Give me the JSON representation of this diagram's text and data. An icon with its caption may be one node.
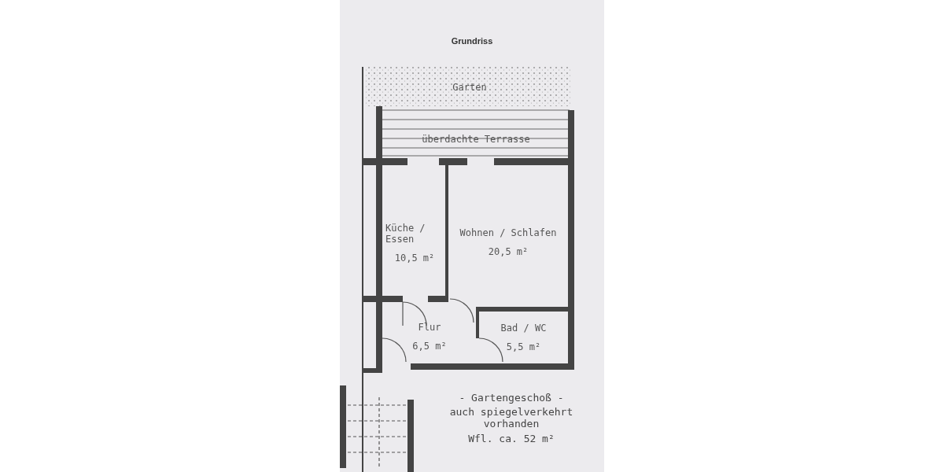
{
  "diagram": {
    "title": "Grundriss",
    "nodes": [
      {
        "text": [
          "Garten"
        ]
      },
      {
        "text": [
          "überdachte Terrasse"
        ]
      },
      {
        "text": [
          "Küche / Essen",
          "10,5 m²"
        ]
      },
      {
        "text": [
          "Wohnen / Schlafen",
          "20,5 m²"
        ]
      },
      {
        "text": [
          "Flur",
          "6,5 m²"
        ]
      },
      {
        "text": [
          "Bad / WC",
          "5,5 m²"
        ]
      }
    ],
    "labels": [
      "- Gartengeschoß -",
      "auch spiegelverkehrt vorhanden",
      "Wfl. ca. 52 m²"
    ]
  }
}
